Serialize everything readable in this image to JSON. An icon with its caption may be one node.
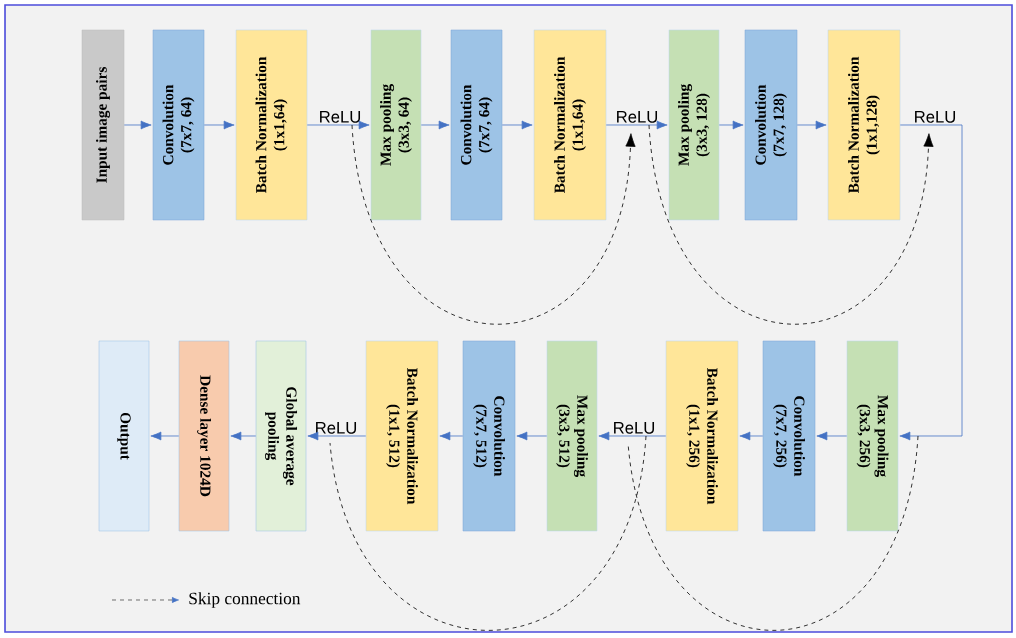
{
  "diagram": {
    "nodes": [
      {
        "text": [
          "Input image pairs"
        ]
      },
      {
        "text": [
          "Convolution",
          "(7x7, 64)"
        ]
      },
      {
        "text": [
          "Batch Normalization",
          "(1x1,64)"
        ]
      },
      {
        "text": [
          "ReLU"
        ]
      },
      {
        "text": [
          "Max pooling",
          "(3x3, 64)"
        ]
      },
      {
        "text": [
          "Convolution",
          "(7x7, 64)"
        ]
      },
      {
        "text": [
          "Batch Normalization",
          "(1x1,64)"
        ]
      },
      {
        "text": [
          "ReLU"
        ]
      },
      {
        "text": [
          "Max pooling",
          "(3x3, 128)"
        ]
      },
      {
        "text": [
          "Convolution",
          "(7x7, 128)"
        ]
      },
      {
        "text": [
          "Batch Normalization",
          "(1x1,128)"
        ]
      },
      {
        "text": [
          "ReLU"
        ]
      },
      {
        "text": [
          "Output"
        ]
      },
      {
        "text": [
          "Dense layer 1024D"
        ]
      },
      {
        "text": [
          "Global average pooling"
        ]
      },
      {
        "text": [
          "ReLU"
        ]
      },
      {
        "text": [
          "Batch Normalization",
          "(1x1, 512)"
        ]
      },
      {
        "text": [
          "Convolution",
          "(7x7, 512)"
        ]
      },
      {
        "text": [
          "Max pooling",
          "(3x3, 512)"
        ]
      },
      {
        "text": [
          "ReLU"
        ]
      },
      {
        "text": [
          "Batch Normalization",
          "(1x1, 256)"
        ]
      },
      {
        "text": [
          "Convolution",
          "(7x7, 256)"
        ]
      },
      {
        "text": [
          "Max pooling",
          "(3x3, 256)"
        ]
      }
    ],
    "edges": [
      {
        "from": 0,
        "to": 1,
        "arrow": "to"
      },
      {
        "from": 1,
        "to": 2,
        "arrow": "to"
      },
      {
        "from": 2,
        "to": 3,
        "arrow": "none"
      },
      {
        "from": 3,
        "to": 4,
        "arrow": "to"
      },
      {
        "from": 4,
        "to": 5,
        "arrow": "to"
      },
      {
        "from": 5,
        "to": 6,
        "arrow": "to"
      },
      {
        "from": 6,
        "to": 7,
        "arrow": "none"
      },
      {
        "from": 7,
        "to": 8,
        "arrow": "to"
      },
      {
        "from": 8,
        "to": 9,
        "arrow": "to"
      },
      {
        "from": 9,
        "to": 10,
        "arrow": "to"
      },
      {
        "from": 10,
        "to": 11,
        "arrow": "none"
      },
      {
        "from": 11,
        "to": 22,
        "arrow": "to"
      },
      {
        "from": 22,
        "to": 21,
        "arrow": "to"
      },
      {
        "from": 21,
        "to": 20,
        "arrow": "to"
      },
      {
        "from": 20,
        "to": 19,
        "arrow": "none"
      },
      {
        "from": 19,
        "to": 18,
        "arrow": "to"
      },
      {
        "from": 18,
        "to": 17,
        "arrow": "to"
      },
      {
        "from": 17,
        "to": 16,
        "arrow": "to"
      },
      {
        "from": 16,
        "to": 15,
        "arrow": "none"
      },
      {
        "from": 15,
        "to": 14,
        "arrow": "to"
      },
      {
        "from": 14,
        "to": 13,
        "arrow": "to"
      },
      {
        "from": 13,
        "to": 12,
        "arrow": "to"
      },
      {
        "from": 3,
        "to": 7,
        "arrow": "to",
        "style": "dashed",
        "color": "#000000"
      },
      {
        "from": 7,
        "to": 11,
        "arrow": "to",
        "style": "dashed",
        "color": "#000000"
      },
      {
        "from": null,
        "to": 19,
        "arrow": "none",
        "style": "dashed",
        "color": "#000000"
      },
      {
        "from": 19,
        "to": 15,
        "arrow": "none",
        "style": "dashed",
        "color": "#000000"
      }
    ],
    "legend": [
      {
        "text": "Skip connection"
      }
    ]
  }
}
